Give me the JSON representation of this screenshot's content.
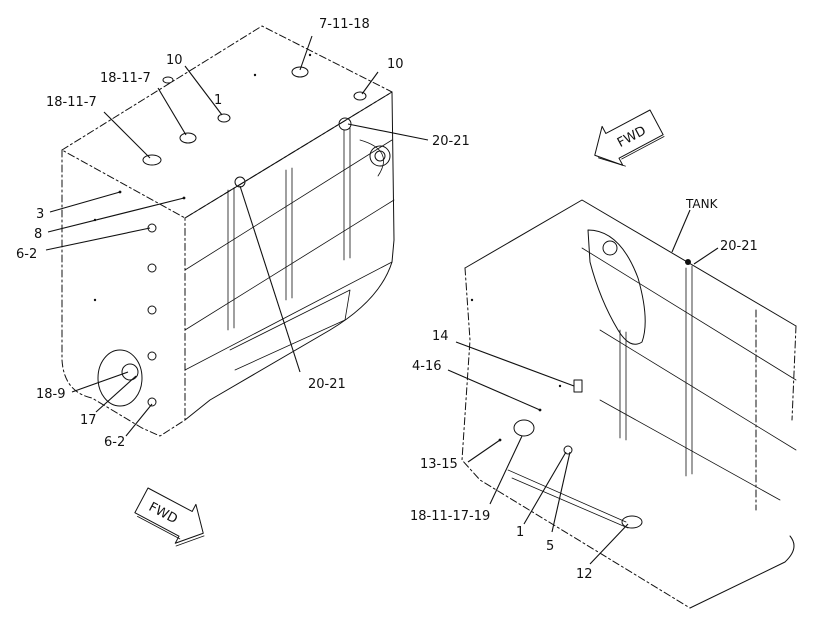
{
  "left_view": {
    "labels": {
      "l1": "7-11-18",
      "l2": "10",
      "l3": "10",
      "l4": "18-11-7",
      "l5": "1",
      "l6": "18-11-7",
      "l7": "20-21",
      "l8": "3",
      "l9": "8",
      "l10": "6-2",
      "l11": "18-9",
      "l12": "17",
      "l13": "6-2",
      "l14": "20-21"
    },
    "arrow": "FWD"
  },
  "right_view": {
    "labels": {
      "tank": "TANK",
      "r1": "20-21",
      "r2": "14",
      "r3": "4-16",
      "r4": "13-15",
      "r5": "18-11-17-19",
      "r6": "1",
      "r7": "5",
      "r8": "12"
    },
    "arrow": "FWD"
  }
}
